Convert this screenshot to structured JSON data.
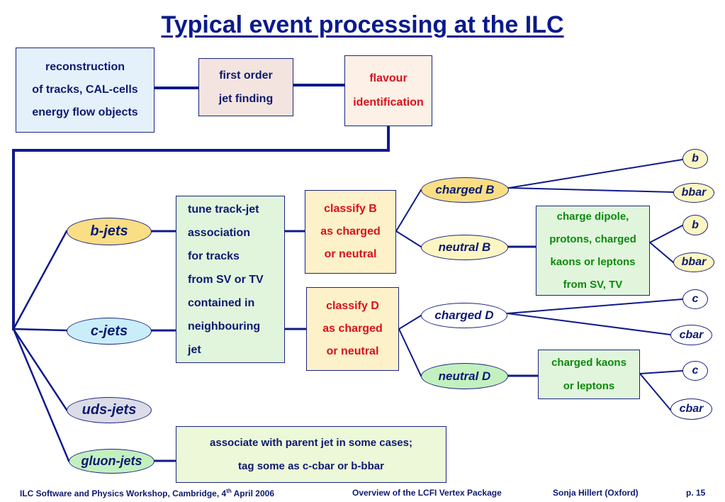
{
  "title": "Typical event processing at the ILC",
  "top_row": {
    "reconstruction": [
      "reconstruction",
      "of tracks, CAL-cells",
      "energy flow objects"
    ],
    "jet_finding": [
      "first order",
      "jet finding"
    ],
    "flavour_id": [
      "flavour",
      "identification"
    ]
  },
  "jets": {
    "b": "b-jets",
    "c": "c-jets",
    "uds": "uds-jets",
    "gluon": "gluon-jets"
  },
  "tune_box": [
    "tune track-jet",
    "association",
    "for tracks",
    "from SV or TV",
    "contained in",
    "neighbouring",
    "jet"
  ],
  "classify_b": [
    "classify B",
    "as charged",
    "or neutral"
  ],
  "classify_d": [
    "classify D",
    "as charged",
    "or neutral"
  ],
  "mesons": {
    "charged_b": "charged B",
    "neutral_b": "neutral B",
    "charged_d": "charged D",
    "neutral_d": "neutral D"
  },
  "charge_dipole": [
    "charge dipole,",
    "protons, charged",
    "kaons or leptons",
    "from SV, TV"
  ],
  "charged_kaons": [
    "charged kaons",
    "or leptons"
  ],
  "quarks": {
    "b1": "b",
    "bbar1": "bbar",
    "b2": "b",
    "bbar2": "bbar",
    "c1": "c",
    "cbar1": "cbar",
    "c2": "c",
    "cbar2": "cbar"
  },
  "gluon_box": [
    "associate with parent jet in some cases;",
    "tag some as c-cbar or b-bbar"
  ],
  "footer": {
    "workshop_pre": "ILC Software and Physics Workshop, Cambridge, 4",
    "workshop_sup": "th",
    "workshop_post": " April 2006",
    "overview": "Overview of the LCFI Vertex Package",
    "author": "Sonja Hillert (Oxford)",
    "page": "p. 15"
  },
  "colors": {
    "title": "#0a1a8c",
    "text": "#0d1a70",
    "connector": "#101a8a",
    "red_text": "#d8121c",
    "green_text": "#0d8a0d"
  }
}
